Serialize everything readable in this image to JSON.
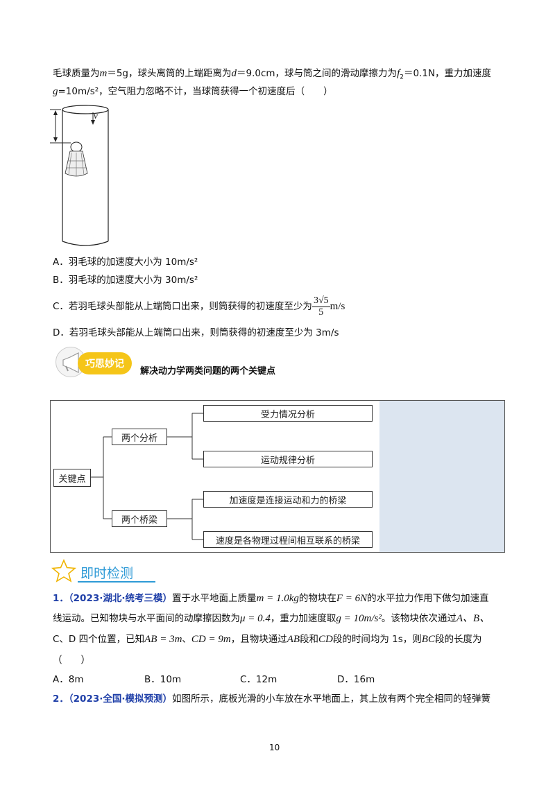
{
  "problem_top": {
    "line1_prefix": "毛球质量为",
    "m_sym": "m",
    "m_val": "＝5g，球头离筒的上端距离为",
    "d_sym": "d",
    "d_val": "＝9.0cm，球与筒之间的滑动摩擦力为",
    "f_sym": "f",
    "f_sub": "2",
    "f_val": "＝0.1N，重力加速度",
    "g_sym": "g",
    "line2": "=10m/s²，空气阻力忽略不计，当球筒获得一个初速度后（　　）",
    "figure_v_label": "v"
  },
  "options_top": {
    "a": "A．羽毛球的加速度大小为 10m/s²",
    "b": "B．羽毛球的加速度大小为 30m/s²",
    "c_prefix": "C．若羽毛球头部能从上端筒口出来，则筒获得的初速度至少为",
    "c_num": "3√5",
    "c_den": "5",
    "c_unit": "m/s",
    "d": "D．若羽毛球头部能从上端筒口出来，则筒获得的初速度至少为 3m/s"
  },
  "tip": {
    "badge": "巧思妙记",
    "title": "解决动力学两类问题的两个关键点"
  },
  "diagram": {
    "root": "关键点",
    "branch1": "两个分析",
    "branch1_items": [
      "受力情况分析",
      "运动规律分析"
    ],
    "branch2": "两个桥梁",
    "branch2_items": [
      "加速度是连接运动和力的桥梁",
      "速度是各物理过程间相互联系的桥梁"
    ],
    "side_color": "#dce5f0"
  },
  "section": {
    "title": "即时检测"
  },
  "q1": {
    "num": "1．",
    "source": "（2023·湖北·统考三模）",
    "line1_a": "置于水平地面上质量",
    "m_expr": "m = 1.0kg",
    "line1_b": "的物块在",
    "F_expr": "F = 6N",
    "line1_c": "的水平拉力作用下做匀加速直",
    "line2_a": "线运动。已知物块与水平面间的动摩擦因数为",
    "mu_expr": "μ = 0.4",
    "line2_b": "，重力加速度取",
    "g_expr": "g = 10m/s²",
    "line2_c": "。该物块依次通过",
    "pts1": "A、B、",
    "line3_a": "C、D 四个位置，已知",
    "ab_expr": "AB = 3m",
    "line3_b": "、",
    "cd_expr": "CD = 9m",
    "line3_c": "，且物块通过",
    "ab2": "AB",
    "line3_d": "段和",
    "cd2": "CD",
    "line3_e": "段的时间均为 1s，则",
    "bc": "BC",
    "line3_f": "段的长度为",
    "line4": "（　　）",
    "options": [
      "A．8m",
      "B．10m",
      "C．12m",
      "D．16m"
    ]
  },
  "q2": {
    "num": "2．",
    "source": "（2023·全国·模拟预测）",
    "text": "如图所示，底板光滑的小车放在水平地面上，其上放有两个完全相同的轻弹簧"
  },
  "page_number": "10"
}
